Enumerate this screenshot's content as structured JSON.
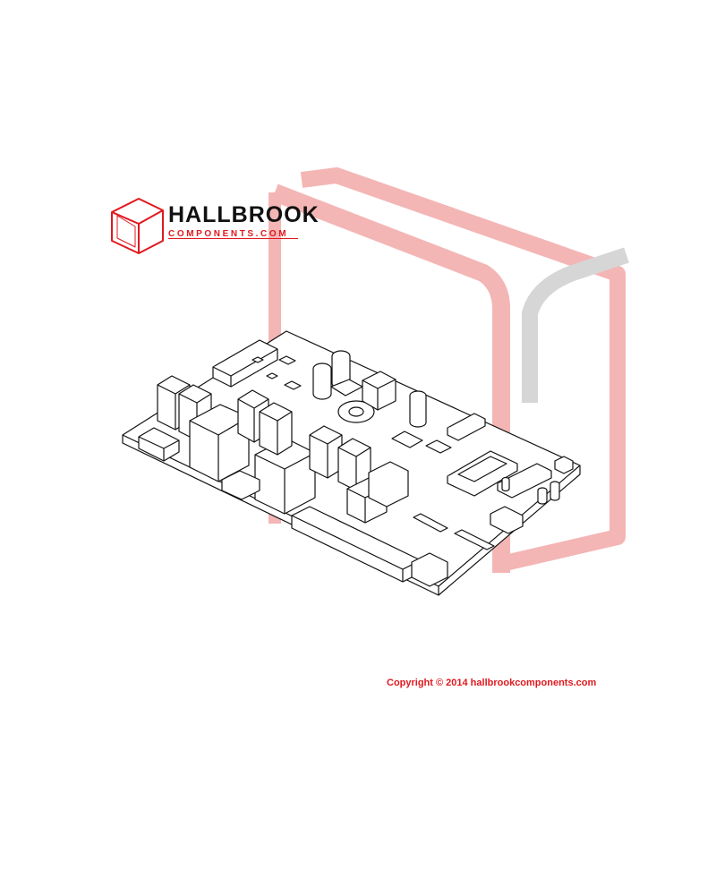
{
  "brand": {
    "name": "HALLBROOK",
    "subtitle": "COMPONENTS.COM",
    "accent_color": "#e0191f"
  },
  "watermark": {
    "colors": [
      "#f3b7b7",
      "#d9d9d9"
    ]
  },
  "illustration": {
    "subject": "circuit-board-line-drawing",
    "stroke_color": "#111111"
  },
  "footer": {
    "copyright": "Copyright © 2014 hallbrookcomponents.com"
  }
}
